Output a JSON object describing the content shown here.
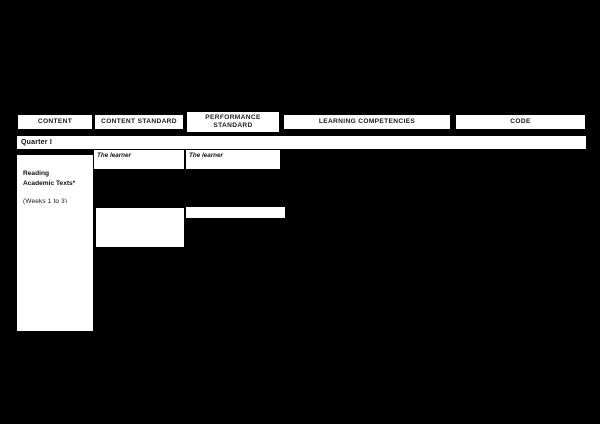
{
  "page": {
    "background_color": "#000000",
    "paper_color": "#ffffff",
    "text_color": "#000000"
  },
  "table": {
    "headers": [
      {
        "label": "CONTENT",
        "name": "content"
      },
      {
        "label": "CONTENT STANDARD",
        "name": "content-standard"
      },
      {
        "label": "PERFORMANCE STANDARD",
        "name": "performance-standard",
        "line1": "PERFORMANCE",
        "line2": "STANDARD"
      },
      {
        "label": "LEARNING COMPETENCIES",
        "name": "learning-competencies"
      },
      {
        "label": "CODE",
        "name": "code"
      }
    ],
    "quarter": {
      "label": "Quarter I"
    },
    "rows": [
      {
        "content": {
          "title_line1": "Reading",
          "title_line2": "Academic Texts*",
          "weeks": "(Weeks  1 to 3)"
        },
        "content_standard": {
          "intro": "The learner"
        },
        "performance_standard": {
          "intro": "The learner"
        },
        "learning_competencies": "",
        "code": ""
      }
    ]
  }
}
